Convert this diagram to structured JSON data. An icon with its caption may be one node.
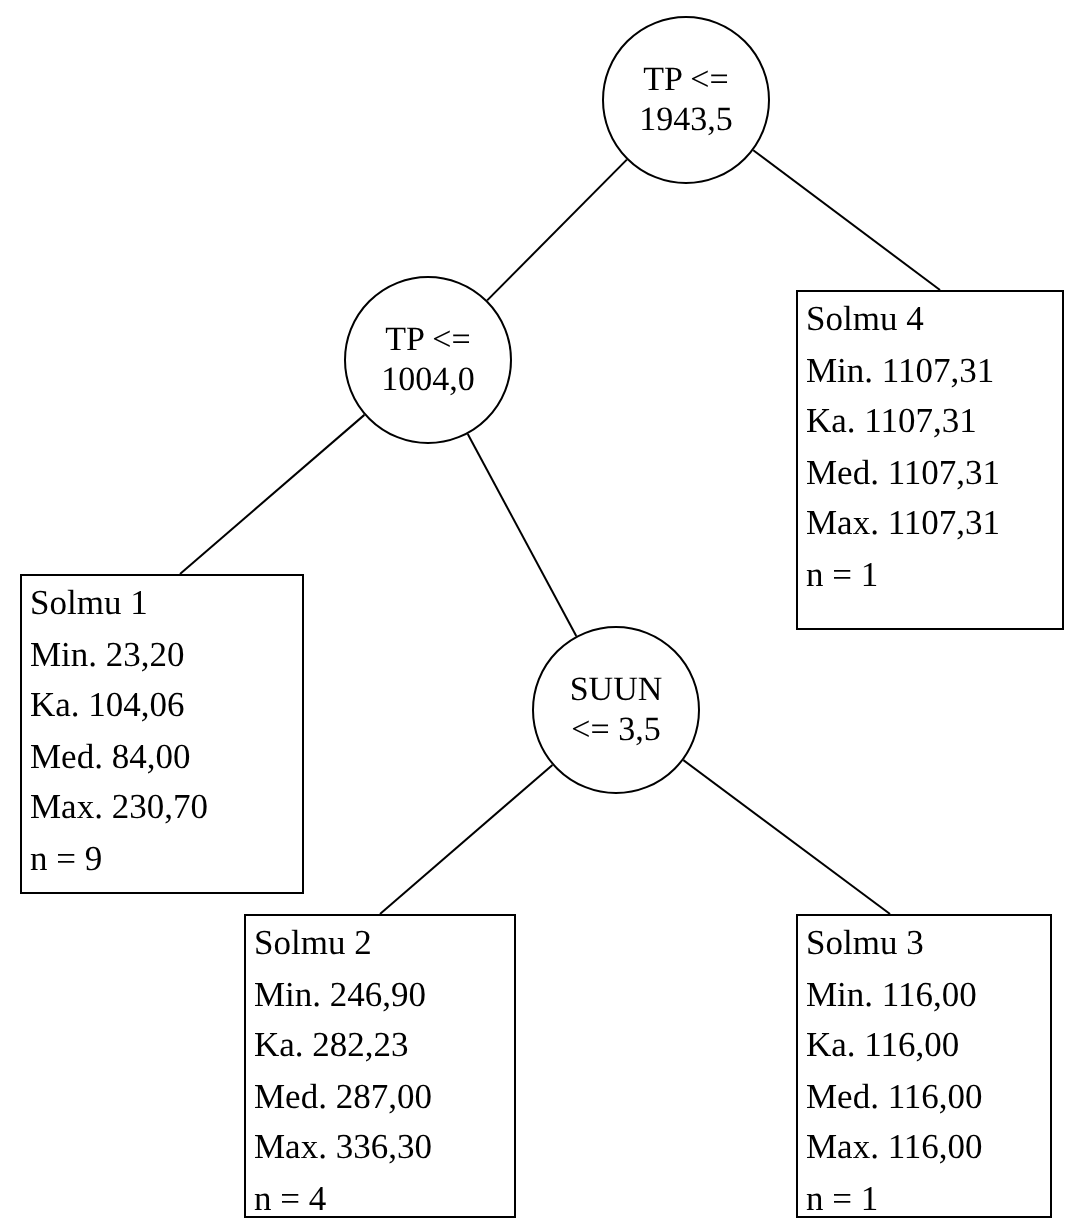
{
  "diagram": {
    "nodes": [
      {
        "text": [
          "TP <= 1943,5"
        ]
      },
      {
        "text": [
          "TP <= 1004,0"
        ]
      },
      {
        "text": [
          "Solmu 4",
          "Min. 1107,31",
          "Ka. 1107,31",
          "Med. 1107,31",
          "Max. 1107,31",
          "n = 1"
        ]
      },
      {
        "text": [
          "Solmu 1",
          "Min. 23,20",
          "Ka. 104,06",
          "Med. 84,00",
          "Max. 230,70",
          "n = 9"
        ]
      },
      {
        "text": [
          "SUUN <= 3,5"
        ]
      },
      {
        "text": [
          "Solmu 2",
          "Min. 246,90",
          "Ka. 282,23",
          "Med. 287,00",
          "Max. 336,30",
          "n = 4"
        ]
      },
      {
        "text": [
          "Solmu 3",
          "Min. 116,00",
          "Ka. 116,00",
          "Med. 116,00",
          "Max. 116,00",
          "n = 1"
        ]
      }
    ],
    "edges": [
      {
        "from": 0,
        "to": 1,
        "arrow": "none"
      },
      {
        "from": 0,
        "to": 2,
        "arrow": "none"
      },
      {
        "from": 1,
        "to": 3,
        "arrow": "none"
      },
      {
        "from": 1,
        "to": 4,
        "arrow": "none"
      },
      {
        "from": 4,
        "to": 5,
        "arrow": "none"
      },
      {
        "from": 4,
        "to": 6,
        "arrow": "none"
      }
    ]
  }
}
